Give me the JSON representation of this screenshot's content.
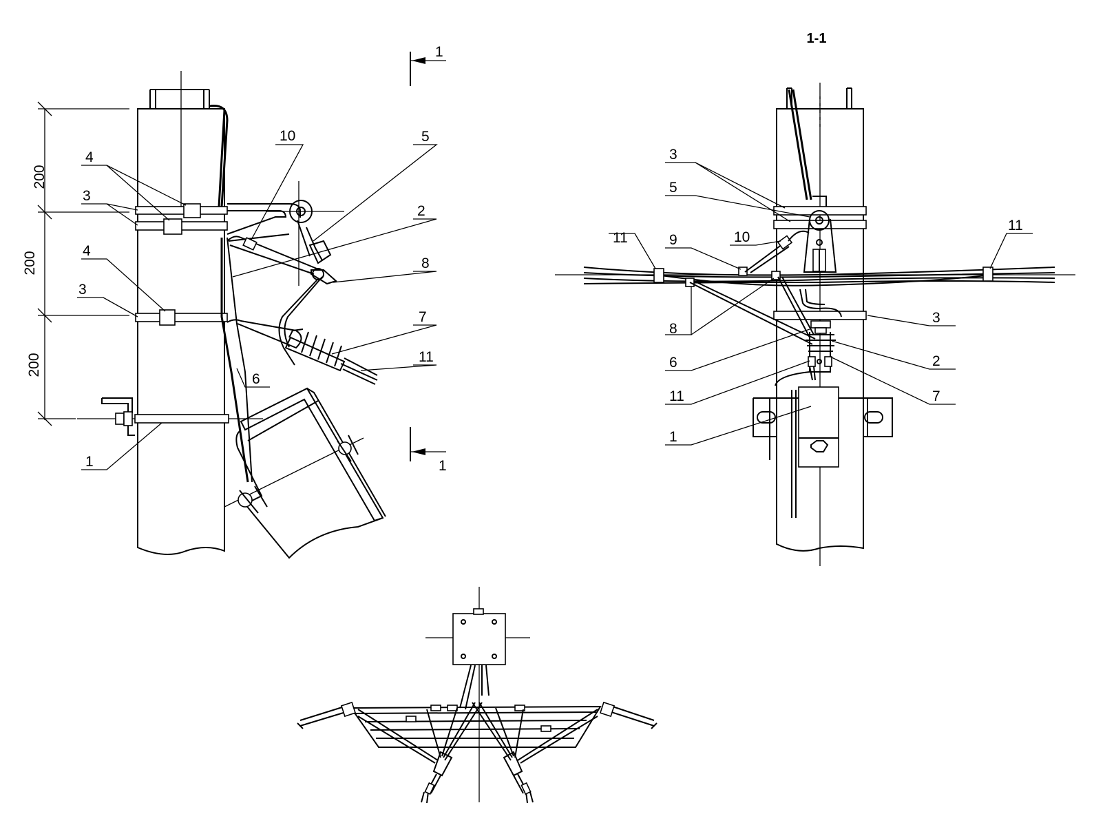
{
  "section_title": "1-1",
  "section_mark": "1",
  "dimensions": [
    "200",
    "200",
    "200"
  ],
  "side_view": {
    "labels": [
      "4",
      "3",
      "4",
      "3",
      "1",
      "10",
      "5",
      "2",
      "8",
      "7",
      "11",
      "6"
    ]
  },
  "section_view": {
    "labels": [
      "3",
      "5",
      "11",
      "9",
      "10",
      "11",
      "3",
      "8",
      "6",
      "2",
      "11",
      "7",
      "1"
    ]
  },
  "colors": {
    "line": "#000000",
    "background": "#ffffff"
  }
}
